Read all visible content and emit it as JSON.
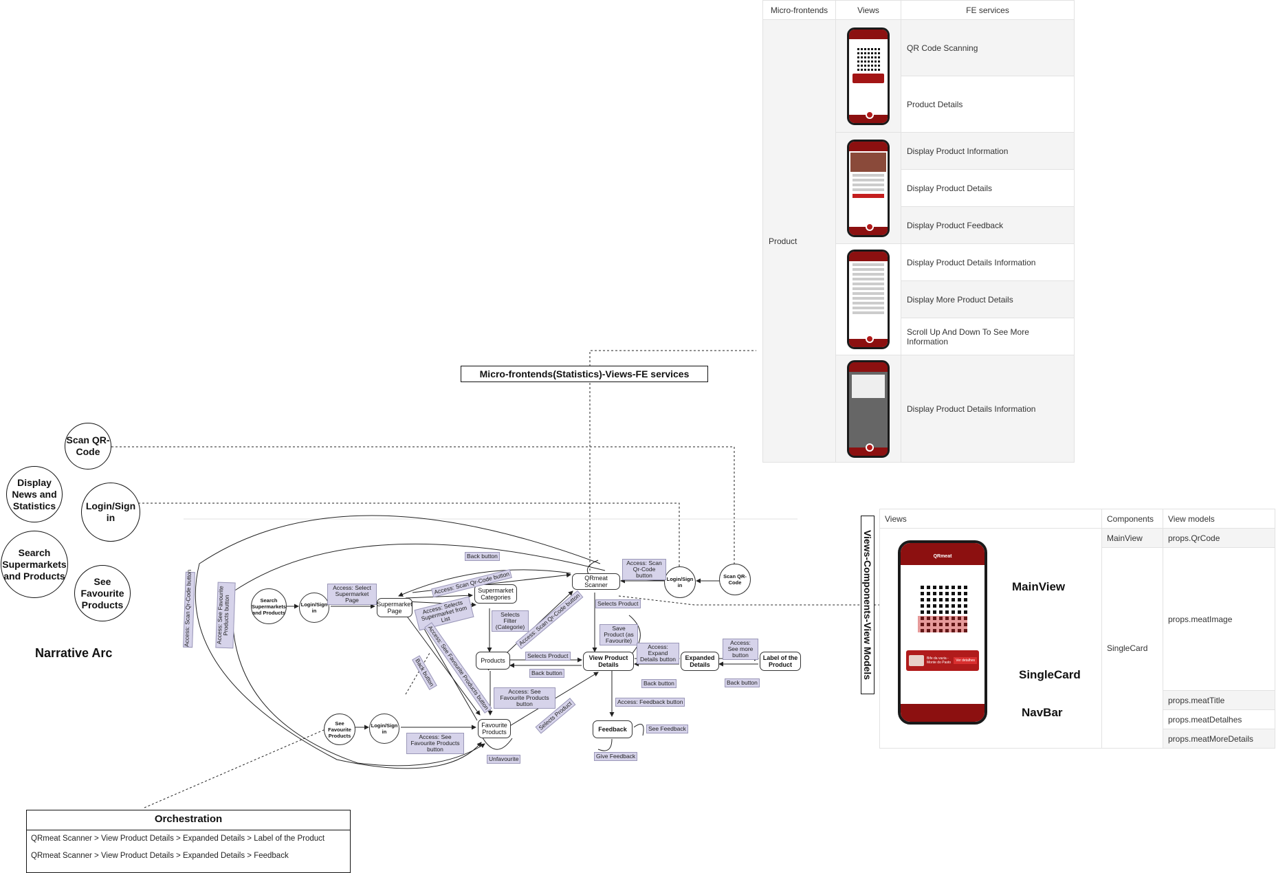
{
  "left_circles": {
    "scan": "Scan QR-Code",
    "display_news": "Display News and Statistics",
    "login": "Login/Sign in",
    "search": "Search Supermarkets and Products",
    "favourites": "See Favourite Products"
  },
  "narrative_arc": "Narrative Arc",
  "flow_nodes": {
    "search": "Search Supermarkets and Products",
    "login1": "Login/Sign in",
    "supermarket_page": "Supermarket Page",
    "supermarket_categories": "Supermarket Categories",
    "qr_scanner": "QRmeat Scanner",
    "login2": "Login/Sign in",
    "scan": "Scan QR-Code",
    "products": "Products",
    "view_product_details": "View Product Details",
    "expanded_details": "Expanded Details",
    "label_product": "Label of the Product",
    "see_fav": "See Favourite Products",
    "login3": "Login/Sign in",
    "favourite_products": "Favourite Products",
    "feedback": "Feedback"
  },
  "edge_labels": {
    "back1": "Back button",
    "access_scan": "Access: Scan Qr-Code button",
    "access_scan2": "Access: Scan Qr-Code button",
    "access_select_super": "Access: Select Supermarket Page",
    "access_selects_list": "Access: Selects Supermarket from List",
    "selects_filter": "Selects Filter (Categorie)",
    "access_scan_diag": "Access: Scan Qr-Code button",
    "selects_product_top": "Selects Product",
    "save_product": "Save Product (as Favourite)",
    "access_expand": "Access: Expand Details button",
    "access_see_more": "Access: See more button",
    "selects_product": "Selects Product",
    "back2": "Back button",
    "back3": "Back button",
    "back4": "Back button",
    "back_diag": "Back button",
    "access_fav_diag": "Access: See Favourite Products button",
    "access_fav_mid": "Access: See Favourite Products button",
    "access_feedback": "Access: Feedback button",
    "see_feedback": "See Feedback",
    "give_feedback": "Give Feedback",
    "access_fav_bottom": "Access: See Favourite Products button",
    "unfavourite": "Unfavourite",
    "selects_product_diag": "Selects Product",
    "left_vert1": "Access: Scan Qr-Code button",
    "left_vert2": "Access: See Favourite Products button"
  },
  "mf_title": "Micro-frontends(Statistics)-Views-FE services",
  "mf_table": {
    "headers": [
      "Micro-frontends",
      "Views",
      "FE services"
    ],
    "group": "Product",
    "services": [
      "QR Code Scanning",
      "Product Details",
      "Display Product Information",
      "Display Product Details",
      "Display Product Feedback",
      "Display Product Details Information",
      "Display More Product Details",
      "Scroll Up And Down To See More Information",
      "Display Product Details Information"
    ]
  },
  "vc_title": "Views-Components-View Models",
  "vc_table": {
    "headers": [
      "Views",
      "Components",
      "View models"
    ],
    "components": [
      "MainView",
      "SingleCard"
    ],
    "view_models": [
      "props.QrCode",
      "props.meatImage",
      "props.meatTitle",
      "props.meatDetalhes",
      "props.meatMoreDetails"
    ]
  },
  "phone_callouts": {
    "main_view": "MainView",
    "single_card": "SingleCard",
    "nav_bar": "NavBar",
    "app_title": "QRmeat",
    "card_title": "Bife da vazia - Monte do Pasto",
    "card_button": "Ver detalhes"
  },
  "orchestration": {
    "title": "Orchestration",
    "rows": [
      "QRmeat Scanner > View Product Details > Expanded Details > Label of the Product",
      "QRmeat Scanner > View Product Details > Expanded Details > Feedback"
    ]
  },
  "colors": {
    "highlight": "#22dd22",
    "brand": "#8c1010",
    "edge_label_bg": "#d6d3ea"
  }
}
